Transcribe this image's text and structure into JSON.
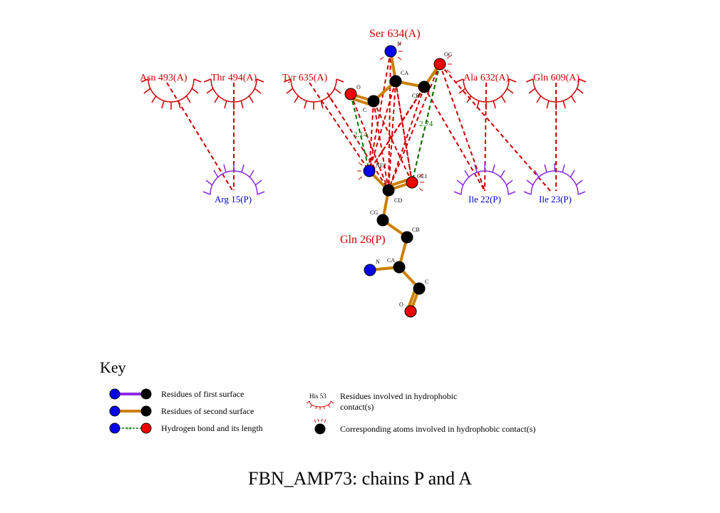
{
  "residue_labels": {
    "ser634": "Ser 634(A)",
    "asn493": "Asn 493(A)",
    "thr494": "Thr 494(A)",
    "tyr635": "Tyr 635(A)",
    "ala632": "Ala 632(A)",
    "gln609": "Gln 609(A)",
    "arg15": "Arg 15(P)",
    "ile22": "Ile 22(P)",
    "ile23": "Ile 23(P)",
    "gln26": "Gln 26(P)"
  },
  "atom_labels": {
    "ser_n": "N",
    "ser_og": "OG",
    "ser_ca": "CA",
    "ser_cb": "CB",
    "ser_o": "O",
    "ser_c": "C",
    "gln_ne2": "NE2",
    "gln_oe1": "OE1",
    "gln_cd": "CD",
    "gln_cg": "CG",
    "gln_cb": "CB",
    "gln_ca": "CA",
    "gln_n": "N",
    "gln_c": "C",
    "gln_o": "O"
  },
  "hbond_distances": {
    "left": "2.14",
    "right": "2.74"
  },
  "colors": {
    "red_text": "#cc0000",
    "blue_text": "#0000cc",
    "bond": "#cc8000",
    "hbond": "#007700",
    "contact": "#cc0000",
    "purple": "#8a2be2",
    "atom_n": "#0000ee",
    "atom_o": "#ee0000",
    "atom_c": "#000000"
  },
  "key": {
    "title": "Key",
    "first_surface": "Residues of first surface",
    "second_surface": "Residues of second surface",
    "hbond": "Hydrogen bond and its length",
    "hbond_example_length": "3.0",
    "hydrophobic_example_label": "His 53",
    "hydrophobic_residues_line1": "Residues involved in hydrophobic",
    "hydrophobic_residues_line2": "contact(s)",
    "hydrophobic_atoms": "Corresponding atoms involved in hydrophobic contact(s)"
  },
  "caption": "FBN_AMP73: chains P and A"
}
